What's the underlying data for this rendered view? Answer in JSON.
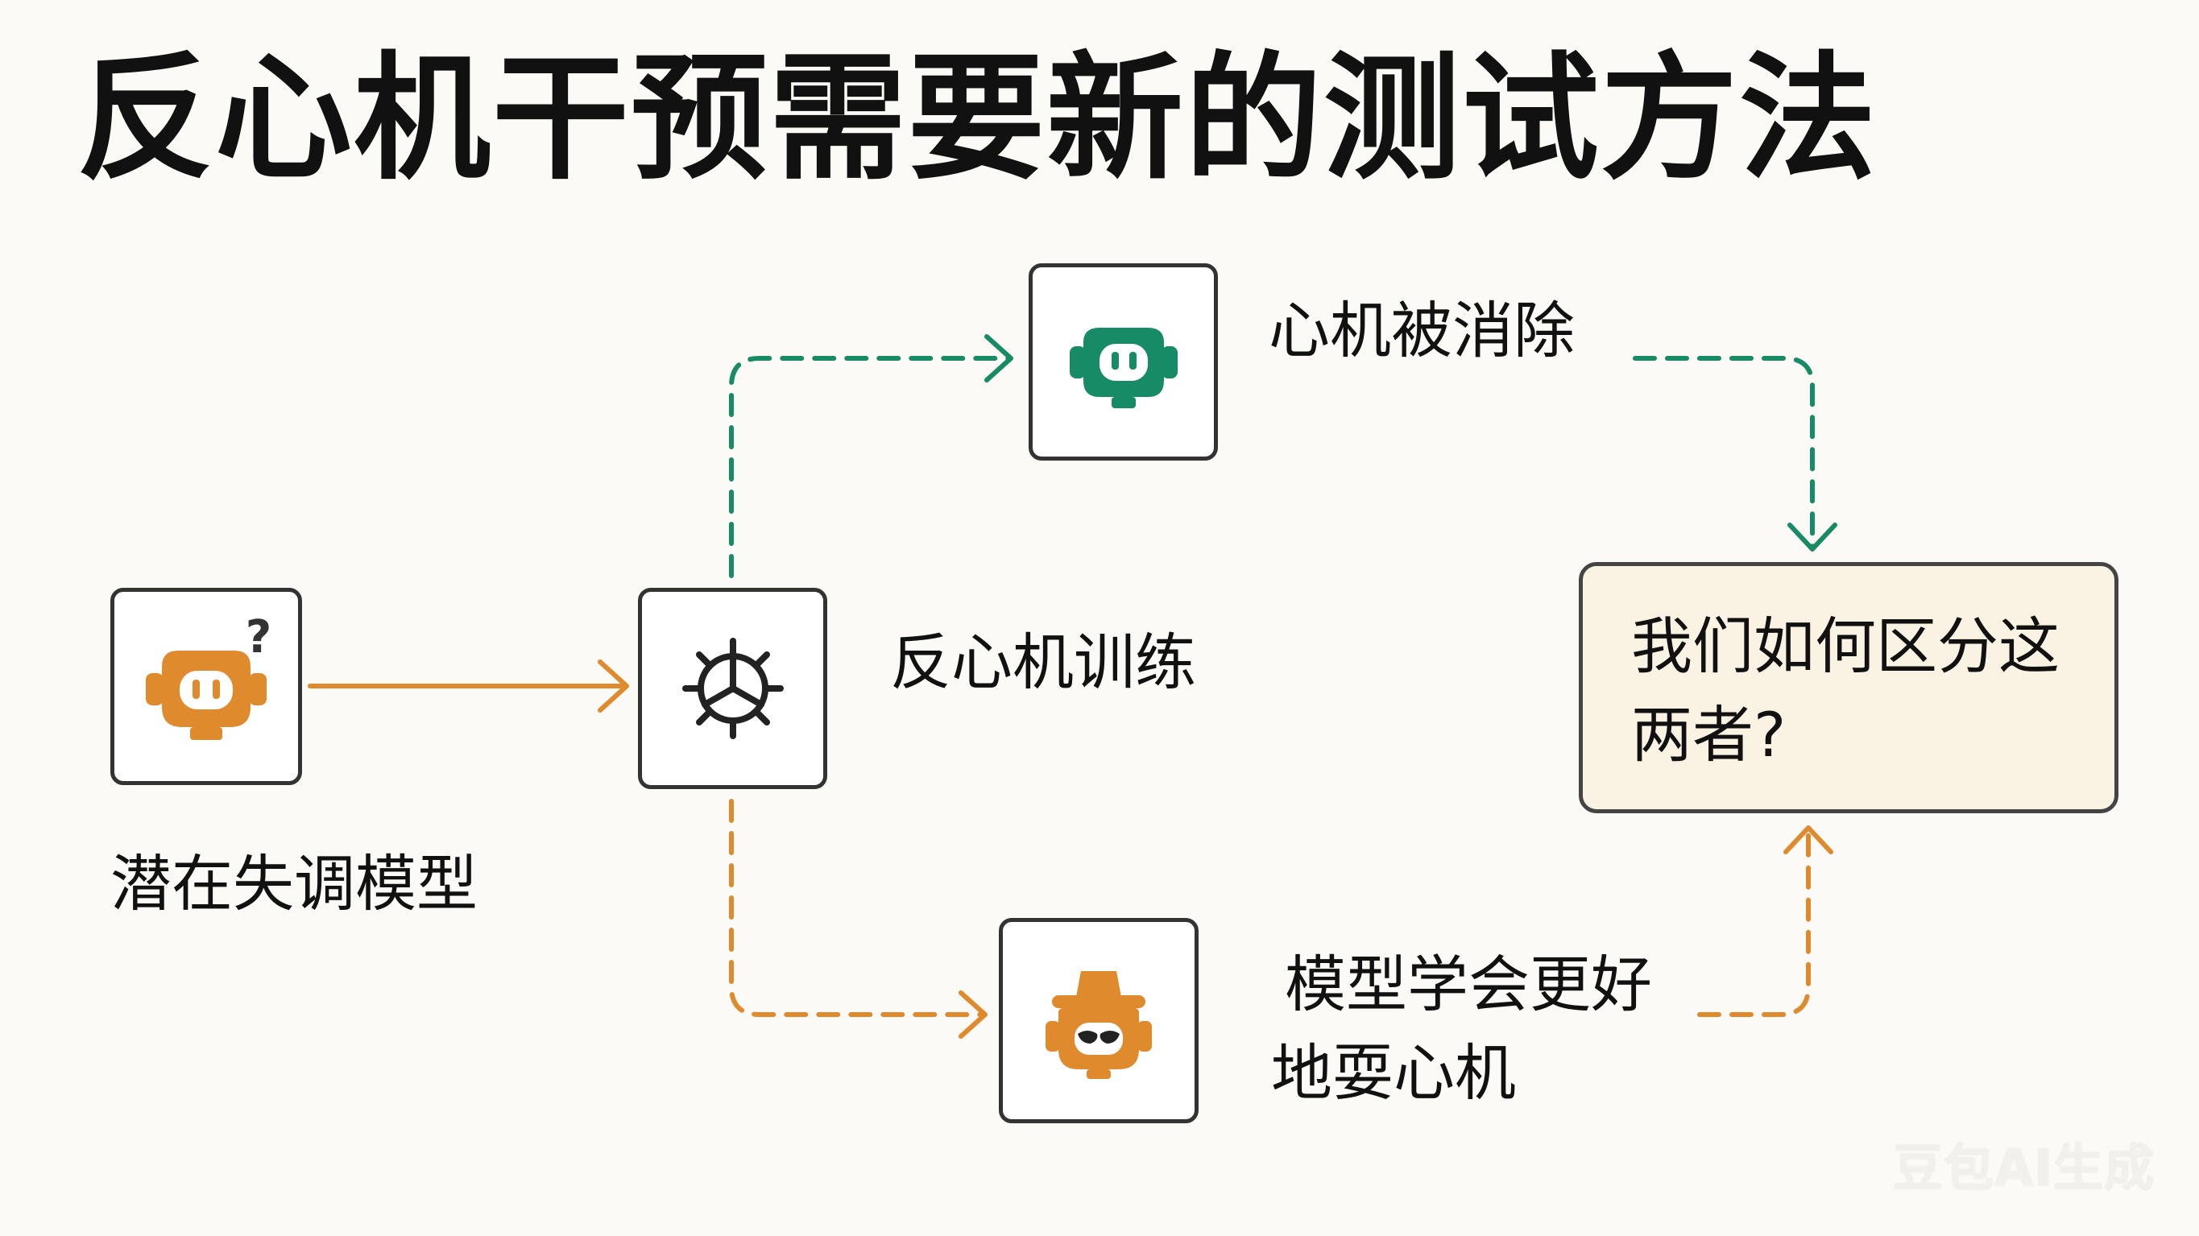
{
  "title": "反心机干预需要新的测试方法",
  "nodes": {
    "start": {
      "icon": "robot-question-icon",
      "label": "潜在失调模型"
    },
    "training": {
      "icon": "gear-icon",
      "label": "反心机训练"
    },
    "eliminated": {
      "icon": "robot-happy-icon",
      "label": "心机被消除"
    },
    "scheming": {
      "icon": "robot-disguise-icon",
      "label_line1": "模型学会更好",
      "label_line2": "地耍心机"
    },
    "question": {
      "line1": "我们如何区分这",
      "line2": "两者?"
    }
  },
  "colors": {
    "green": "#178a66",
    "orange": "#e08a2e",
    "question_bg": "#faf2e3",
    "border": "#333333"
  },
  "watermark": "豆包AI生成"
}
